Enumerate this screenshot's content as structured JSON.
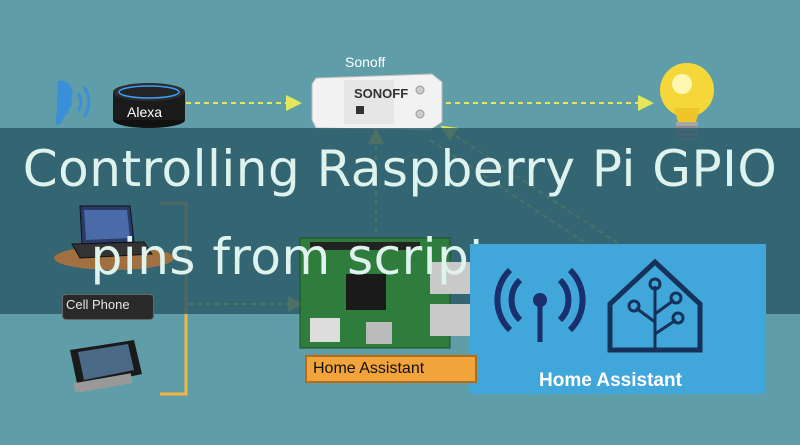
{
  "labels": {
    "sonoff_top": "Sonoff",
    "alexa": "Alexa",
    "cell_phone": "Cell Phone",
    "home_assistant_orange": "Home Assistant",
    "home_assistant_panel": "Home Assistant"
  },
  "title": {
    "line1": "Controlling Raspberry Pi GPIO",
    "line2": "pins from script"
  },
  "colors": {
    "background": "#5f9ea8",
    "banner": "#2a5868",
    "arrow": "#e3e85a",
    "bracket": "#f2b642",
    "ha_blue": "#41a6d9",
    "ha_orange": "#f1a33c"
  },
  "icons": [
    "voice-icon",
    "echo-dot-icon",
    "sonoff-switch-icon",
    "light-bulb-icon",
    "laptop-icon",
    "cell-phone-icon",
    "raspberry-pi-icon",
    "wifi-icon",
    "home-assistant-logo-icon"
  ]
}
